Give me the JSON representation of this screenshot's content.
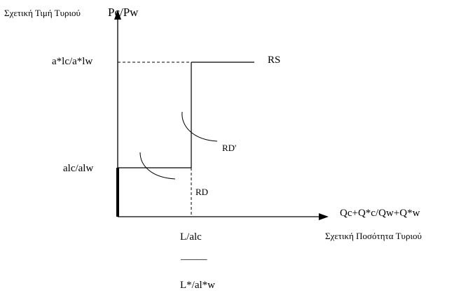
{
  "labels": {
    "y_axis_prefix": "Σχετική Τιμή Τυριού",
    "y_axis_var": "Pc/Pw",
    "x_axis_var": "Qc+Q*c/Qw+Q*w",
    "x_axis_caption": "Σχετική Ποσότητα Τυριού",
    "upper_price": "a*lc/a*lw",
    "lower_price": "alc/alw",
    "rs": "RS",
    "rd_prime": "RD'",
    "rd": "RD",
    "fraction_top": "L/alc",
    "fraction_line": "_____",
    "fraction_bottom": "L*/al*w"
  }
}
